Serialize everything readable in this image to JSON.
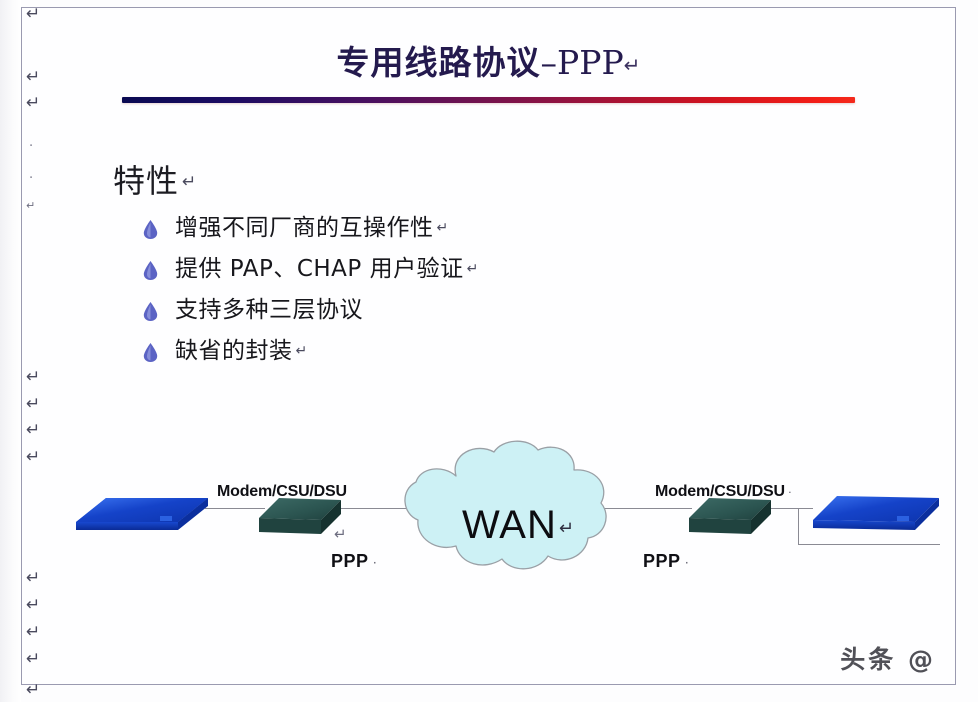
{
  "document": {
    "watermark": "头条 @",
    "return_mark": "↵"
  },
  "title": {
    "chinese": "专用线路协议",
    "dash": "–",
    "ppp": "PPP",
    "full": "专用线路协议–PPP",
    "rule_color_start": "#0a0a52",
    "rule_color_end": "#f42a1c",
    "text_color": "#241a4e"
  },
  "section": {
    "heading": "特性",
    "bullet_color": "#5b63c4",
    "bullets": [
      {
        "text": "增强不同厂商的互操作性",
        "trailing_return": true
      },
      {
        "text": "提供 PAP、CHAP 用户验证",
        "trailing_return": true
      },
      {
        "text": "支持多种三层协议",
        "trailing_return": false
      },
      {
        "text": "缺省的封装",
        "trailing_return": true
      }
    ]
  },
  "diagram": {
    "cloud_label": "WAN",
    "cloud_fill": "#cdf1f5",
    "cloud_stroke": "#9aa0a6",
    "left_modem_label": "Modem/CSU/DSU",
    "right_modem_label": "Modem/CSU/DSU",
    "left_ppp_label": "PPP",
    "right_ppp_label": "PPP",
    "router_color": "#1246d4",
    "modem_color": "#2f5a56",
    "link_color": "#8a8a93"
  },
  "margin_marks": {
    "glyph": "↵",
    "dot": "·"
  }
}
